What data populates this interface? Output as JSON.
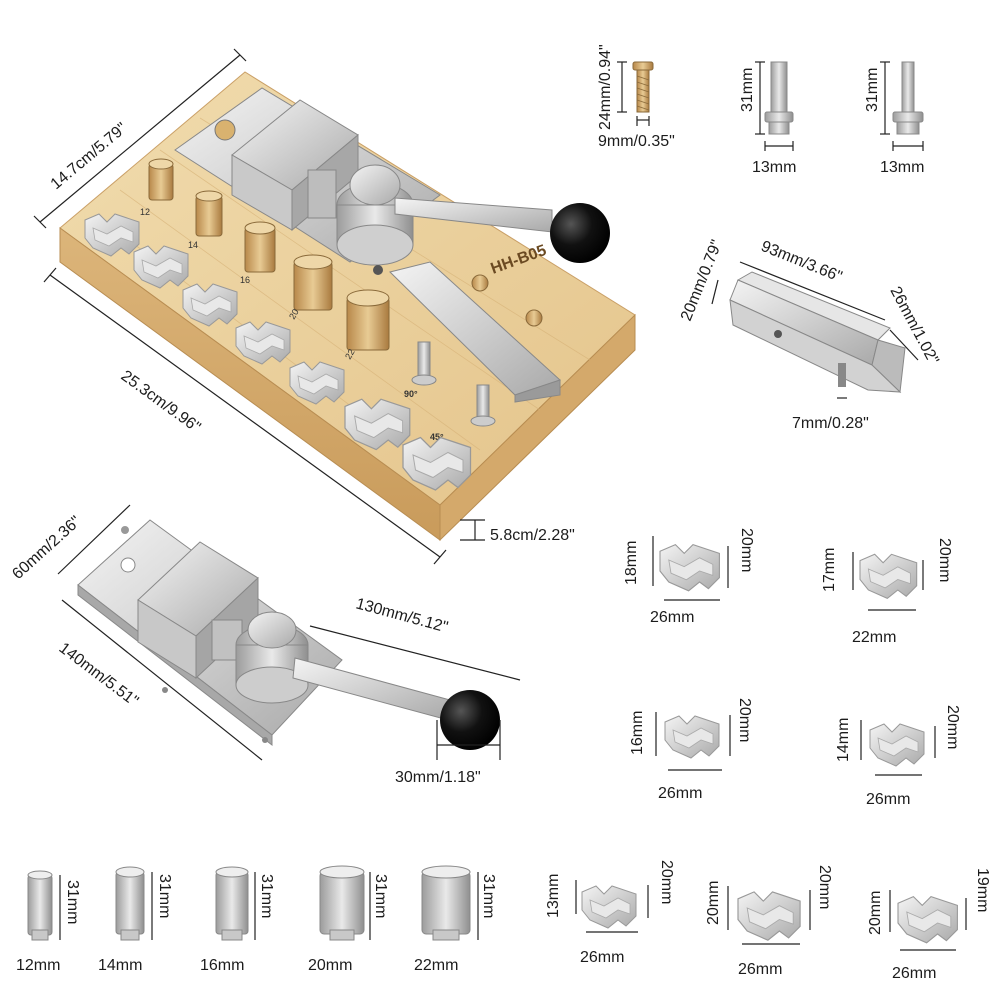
{
  "board": {
    "model": "HH-B05",
    "width_label": "14.7cm/5.79\"",
    "length_label": "25.3cm/9.96\"",
    "height_label": "5.8cm/2.28\"",
    "peg_numbers": [
      "12",
      "14",
      "16",
      "20",
      "22"
    ],
    "angle_labels": [
      "90°",
      "45°"
    ]
  },
  "screw": {
    "length": "24mm/0.94\"",
    "width": "9mm/0.35\""
  },
  "pins": [
    {
      "height": "31mm",
      "width": "13mm"
    },
    {
      "height": "31mm",
      "width": "13mm"
    }
  ],
  "bar": {
    "height": "20mm/0.79\"",
    "length": "93mm/3.66\"",
    "depth": "26mm/1.02\"",
    "slot": "7mm/0.28\""
  },
  "bender": {
    "width": "60mm/2.36\"",
    "length": "140mm/5.51\"",
    "handle": "130mm/5.12\"",
    "knob": "30mm/1.18\""
  },
  "dies": [
    {
      "inner": "18mm",
      "outer": "20mm",
      "width": "26mm"
    },
    {
      "inner": "17mm",
      "outer": "20mm",
      "width": "22mm"
    },
    {
      "inner": "16mm",
      "outer": "20mm",
      "width": "26mm"
    },
    {
      "inner": "14mm",
      "outer": "20mm",
      "width": "26mm"
    },
    {
      "inner": "13mm",
      "outer": "20mm",
      "width": "26mm"
    },
    {
      "inner": "20mm",
      "outer": "20mm",
      "width": "26mm"
    },
    {
      "inner": "20mm",
      "outer": "19mm",
      "width": "26mm"
    }
  ],
  "cylinders": [
    {
      "height": "31mm",
      "diameter": "12mm"
    },
    {
      "height": "31mm",
      "diameter": "14mm"
    },
    {
      "height": "31mm",
      "diameter": "16mm"
    },
    {
      "height": "31mm",
      "diameter": "20mm"
    },
    {
      "height": "31mm",
      "diameter": "22mm"
    }
  ]
}
